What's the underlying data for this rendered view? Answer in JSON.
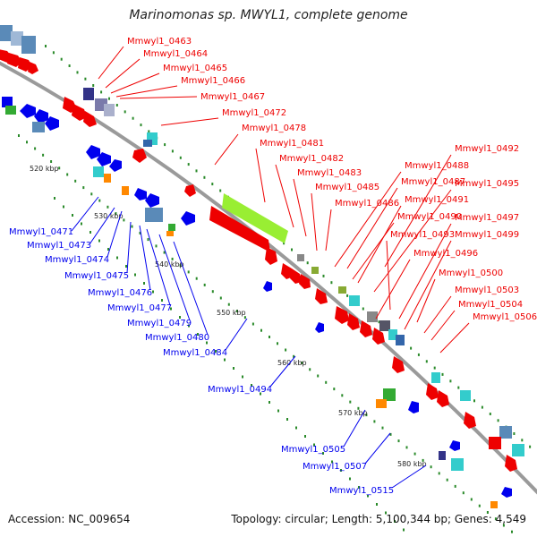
{
  "title": "Marinomonas sp. MWYL1, complete genome",
  "footer": {
    "accession": "Accession: NC_009654",
    "topology": "Topology: circular; Length: 5,100,344 bp; Genes: 4,549"
  },
  "colors": {
    "forward": "#ee0000",
    "reverse": "#0000ee",
    "backbone": "#9a9a9a",
    "tick": "#2a8a2a",
    "lime": "#99ee33",
    "cyan": "#33cccc",
    "steel": "#5a8ab8",
    "orange": "#ff8800",
    "gray": "#888888",
    "olive": "#88aa33",
    "navy": "#333388"
  },
  "kbp_marks": [
    "520 kbp",
    "530 kbp",
    "540 kbp",
    "550 kbp",
    "560 kbp",
    "570 kbp",
    "580 kbp"
  ],
  "forward_labels": [
    "Mmwyl1_0463",
    "Mmwyl1_0464",
    "Mmwyl1_0465",
    "Mmwyl1_0466",
    "Mmwyl1_0467",
    "Mmwyl1_0472",
    "Mmwyl1_0478",
    "Mmwyl1_0481",
    "Mmwyl1_0482",
    "Mmwyl1_0483",
    "Mmwyl1_0485",
    "Mmwyl1_0486",
    "Mmwyl1_0492",
    "Mmwyl1_0488",
    "Mmwyl1_0487",
    "Mmwyl1_0491",
    "Mmwyl1_0490",
    "Mmwyl1_0495",
    "Mmwyl1_0493",
    "Mmwyl1_0497",
    "Mmwyl1_0499",
    "Mmwyl1_0496",
    "Mmwyl1_0500",
    "Mmwyl1_0503",
    "Mmwyl1_0504",
    "Mmwyl1_0506"
  ],
  "reverse_labels": [
    "Mmwyl1_0471",
    "Mmwyl1_0473",
    "Mmwyl1_0474",
    "Mmwyl1_0475",
    "Mmwyl1_0476",
    "Mmwyl1_0477",
    "Mmwyl1_0479",
    "Mmwyl1_0480",
    "Mmwyl1_0484",
    "Mmwyl1_0494",
    "Mmwyl1_0505",
    "Mmwyl1_0507",
    "Mmwyl1_0515"
  ]
}
